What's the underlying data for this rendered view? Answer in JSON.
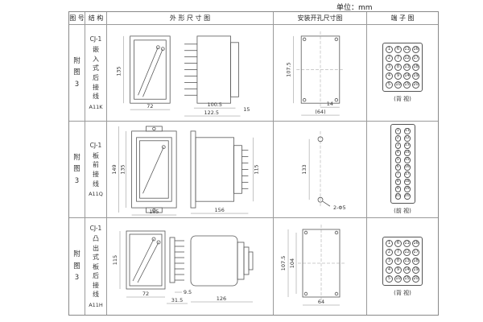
{
  "unit_label": "单位：mm",
  "headers": {
    "fig": "图 号",
    "structure": "结 构",
    "outline": "外 形 尺 寸 图",
    "install": "安装开孔尺寸图",
    "terminal": "端 子 图"
  },
  "rows": [
    {
      "fig_no": "附图3",
      "model": "CJ-1",
      "mount": "嵌入式后接线",
      "code": "A11K",
      "outline_dims": {
        "height": "135",
        "width": "72",
        "depth_body": "100.5",
        "depth_total": "122.5",
        "panel": "15"
      },
      "install_dims": {
        "height": "107.5",
        "pitch": "14",
        "width": "(64)"
      },
      "terminal": {
        "view_label": "(背 视)",
        "numbers": [
          1,
          6,
          11,
          16,
          2,
          7,
          12,
          17,
          3,
          8,
          13,
          18,
          4,
          9,
          14,
          19,
          5,
          10,
          15,
          20
        ]
      }
    },
    {
      "fig_no": "附图3",
      "model": "CJ-1",
      "mount": "板前接线",
      "code": "A11Q",
      "outline_dims": {
        "height_outer": "149",
        "height_inner": "135",
        "width": "105",
        "depth": "156",
        "side_height": "115"
      },
      "install_dims": {
        "hole_pitch": "133",
        "holes": "2-Φ5"
      },
      "terminal": {
        "view_label": "(前 视)",
        "numbers": [
          1,
          2,
          3,
          4,
          5,
          6,
          7,
          8,
          9,
          10,
          11,
          12,
          13,
          14,
          15,
          16,
          17,
          18,
          19,
          20
        ]
      }
    },
    {
      "fig_no": "附图3",
      "model": "CJ-1",
      "mount": "凸出式板后接线",
      "code": "A11H",
      "outline_dims": {
        "height": "115",
        "width": "72",
        "pin_width": "31.5",
        "pin_depth": "9.5",
        "depth": "126"
      },
      "install_dims": {
        "height": "107.5",
        "height_inner": "104",
        "width": "64"
      },
      "terminal": {
        "view_label": "(背 视)",
        "numbers": [
          1,
          6,
          11,
          16,
          2,
          7,
          12,
          17,
          3,
          8,
          13,
          18,
          4,
          9,
          14,
          19,
          5,
          10,
          15,
          20
        ]
      }
    }
  ]
}
